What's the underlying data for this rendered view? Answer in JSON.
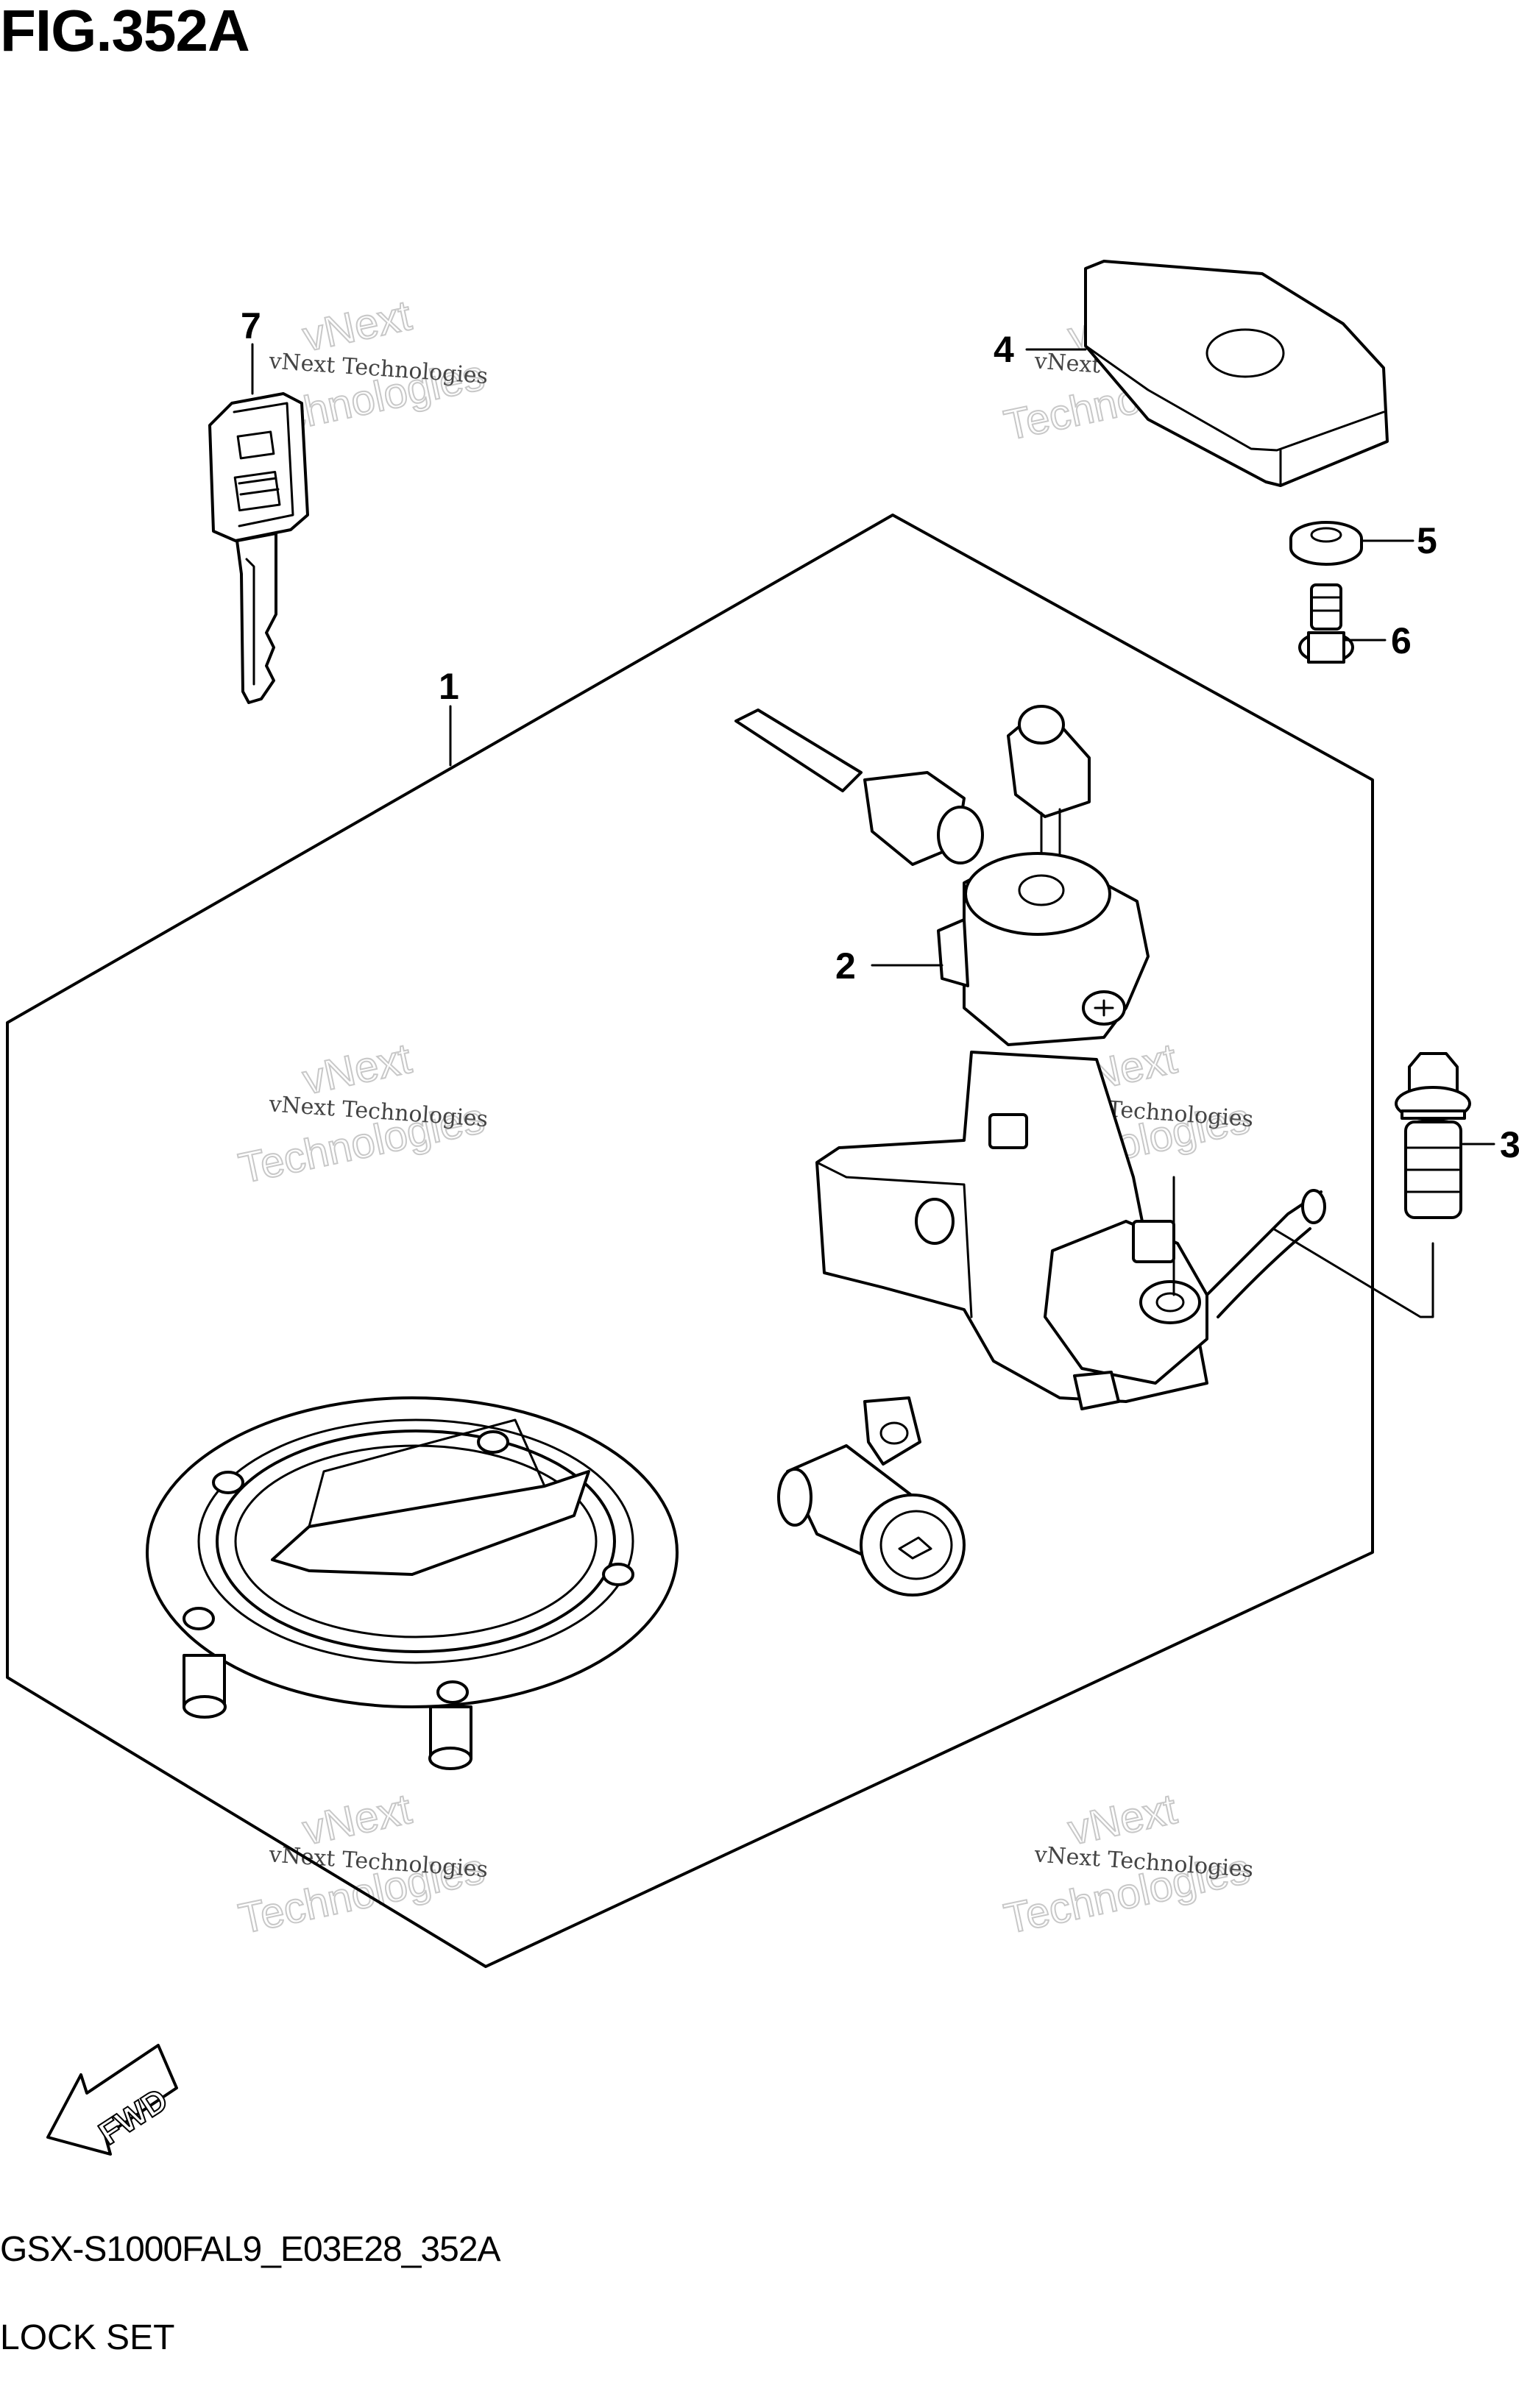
{
  "figure": {
    "title": "FIG.352A",
    "model_code": "GSX-S1000FAL9_E03E28_352A",
    "caption": "LOCK SET",
    "fwd_label": "FWD"
  },
  "callouts": [
    "1",
    "2",
    "3",
    "4",
    "5",
    "6",
    "7"
  ],
  "watermark": {
    "line1": "vNext Technologies",
    "line2": "vNext",
    "line3": "Technologies"
  }
}
